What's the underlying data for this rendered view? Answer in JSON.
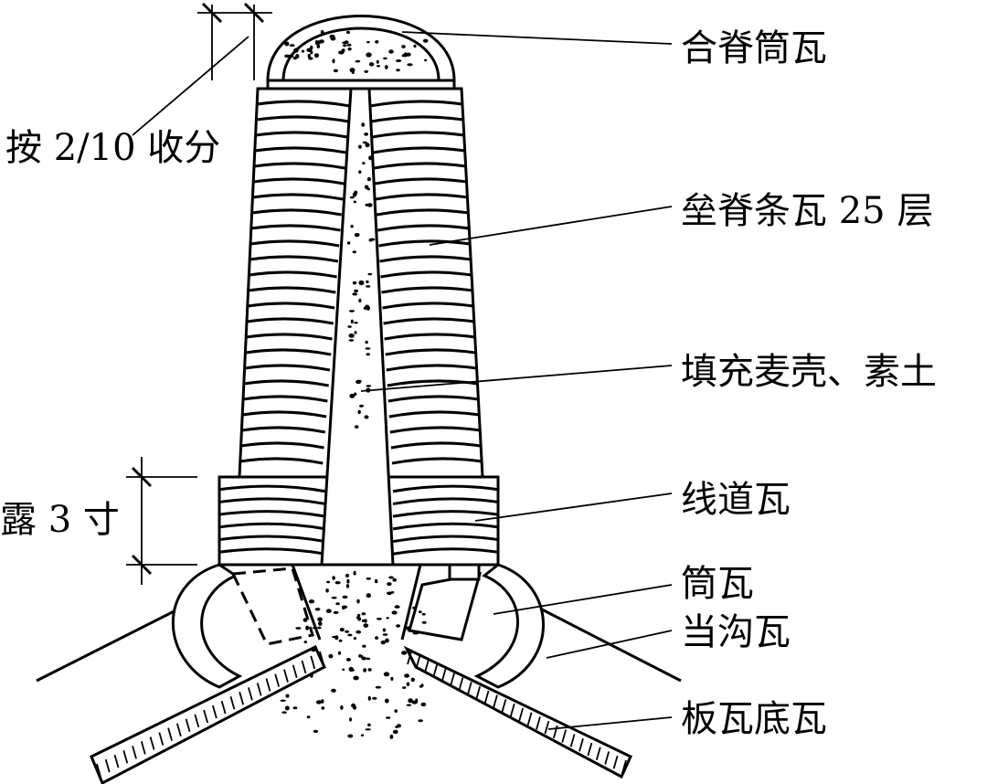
{
  "diagram": {
    "labels": {
      "ridge_cap_tile": "合脊筒瓦",
      "tapering_note": "按 2/10 收分",
      "stacked_tiles": "垒脊条瓦 25 层",
      "filling": "填充麦壳、素土",
      "line_tile": "线道瓦",
      "exposure_note": "露 3 寸",
      "cylinder_tile": "筒瓦",
      "gutter_tile": "当沟瓦",
      "base_tiles": "板瓦底瓦"
    },
    "stacked_layer_count": 25,
    "colors": {
      "ink": "#000000",
      "paper": "#ffffff"
    }
  }
}
